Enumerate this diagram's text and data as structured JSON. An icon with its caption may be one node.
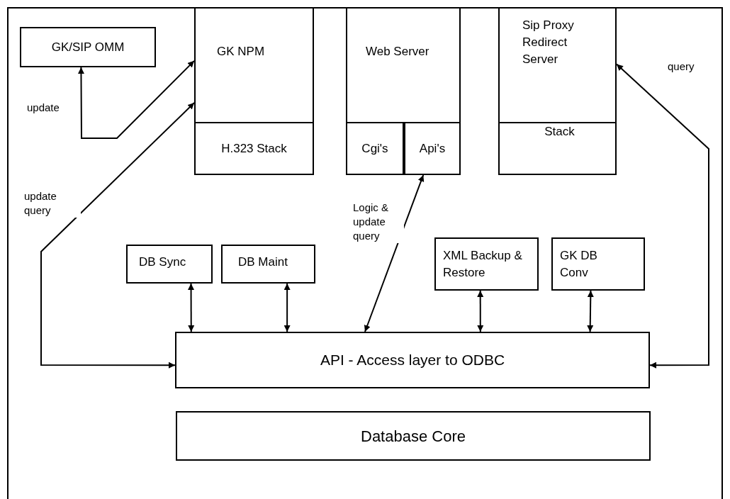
{
  "diagram": {
    "nodes": [
      {
        "text": [
          "GK/SIP OMM"
        ]
      },
      {
        "text": [
          "GK NPM"
        ]
      },
      {
        "text": [
          "H.323 Stack"
        ],
        "in": 1
      },
      {
        "text": [
          "Web Server"
        ]
      },
      {
        "text": [
          "Cgi's"
        ],
        "in": 3
      },
      {
        "text": [
          "Api's"
        ],
        "in": 3
      },
      {
        "text": [
          "Sip Proxy Redirect Server"
        ]
      },
      {
        "text": [
          "Stack"
        ],
        "in": 6
      },
      {
        "text": [
          "DB Sync"
        ]
      },
      {
        "text": [
          "DB Maint"
        ]
      },
      {
        "text": [
          "XML Backup & Restore"
        ]
      },
      {
        "text": [
          "GK DB Conv"
        ]
      },
      {
        "text": [
          "API - Access layer to ODBC"
        ]
      },
      {
        "text": [
          "Database Core"
        ]
      }
    ],
    "edges": [
      {
        "from": 0,
        "to": 1,
        "arrow": "both",
        "label": "update"
      },
      {
        "from": 1,
        "to": 12,
        "arrow": "both",
        "label": "update query"
      },
      {
        "from": 5,
        "to": 12,
        "arrow": "both",
        "label": "Logic & update query"
      },
      {
        "from": 8,
        "to": 12,
        "arrow": "both"
      },
      {
        "from": 9,
        "to": 12,
        "arrow": "both"
      },
      {
        "from": 10,
        "to": 12,
        "arrow": "both"
      },
      {
        "from": 11,
        "to": 12,
        "arrow": "both"
      },
      {
        "from": 6,
        "to": 12,
        "arrow": "both",
        "label": "query"
      }
    ]
  }
}
